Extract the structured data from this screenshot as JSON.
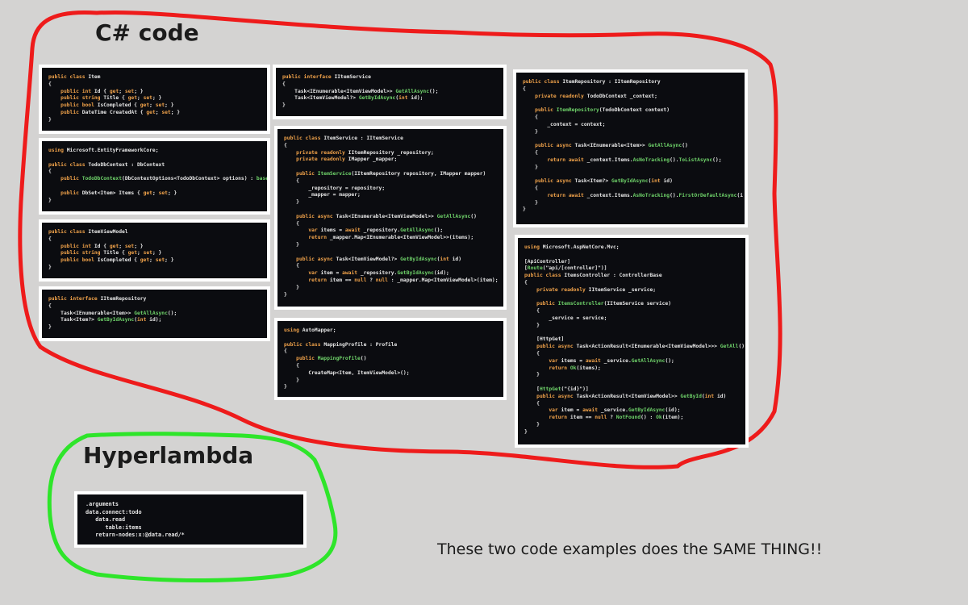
{
  "headings": {
    "csharp": "C# code",
    "hyperlambda": "Hyperlambda",
    "caption": "These two code examples does the SAME THING!!"
  },
  "colors": {
    "background": "#d4d3d2",
    "csharp_outline": "#ee1b1b",
    "hyperlambda_outline": "#2ee52a",
    "code_bg": "#0b0c10",
    "keyword": "#f0a24a",
    "method": "#6fd36a",
    "text": "#e6e6e6"
  },
  "snippets": [
    {
      "id": "item-class",
      "lines": [
        "public class Item",
        "{",
        "    public int Id { get; set; }",
        "    public string Title { get; set; }",
        "    public bool IsCompleted { get; set; }",
        "    public DateTime CreatedAt { get; set; }",
        "}"
      ]
    },
    {
      "id": "todo-db-context",
      "lines": [
        "using Microsoft.EntityFrameworkCore;",
        "",
        "public class TodoDbContext : DbContext",
        "{",
        "    public TodoDbContext(DbContextOptions<TodoDbContext> options) : base(",
        "",
        "    public DbSet<Item> Items { get; set; }",
        "}"
      ]
    },
    {
      "id": "item-view-model",
      "lines": [
        "public class ItemViewModel",
        "{",
        "    public int Id { get; set; }",
        "    public string Title { get; set; }",
        "    public bool IsCompleted { get; set; }",
        "}"
      ]
    },
    {
      "id": "iitem-repository",
      "lines": [
        "public interface IItemRepository",
        "{",
        "    Task<IEnumerable<Item>> GetAllAsync();",
        "    Task<Item?> GetByIdAsync(int id);",
        "}"
      ]
    },
    {
      "id": "iitem-service",
      "lines": [
        "public interface IItemService",
        "{",
        "    Task<IEnumerable<ItemViewModel>> GetAllAsync();",
        "    Task<ItemViewModel?> GetByIdAsync(int id);",
        "}"
      ]
    },
    {
      "id": "item-service",
      "lines": [
        "public class ItemService : IItemService",
        "{",
        "    private readonly IItemRepository _repository;",
        "    private readonly IMapper _mapper;",
        "",
        "    public ItemService(IItemRepository repository, IMapper mapper)",
        "    {",
        "        _repository = repository;",
        "        _mapper = mapper;",
        "    }",
        "",
        "    public async Task<IEnumerable<ItemViewModel>> GetAllAsync()",
        "    {",
        "        var items = await _repository.GetAllAsync();",
        "        return _mapper.Map<IEnumerable<ItemViewModel>>(items);",
        "    }",
        "",
        "    public async Task<ItemViewModel?> GetByIdAsync(int id)",
        "    {",
        "        var item = await _repository.GetByIdAsync(id);",
        "        return item == null ? null : _mapper.Map<ItemViewModel>(item);",
        "    }",
        "}"
      ]
    },
    {
      "id": "mapping-profile",
      "lines": [
        "using AutoMapper;",
        "",
        "public class MappingProfile : Profile",
        "{",
        "    public MappingProfile()",
        "    {",
        "        CreateMap<Item, ItemViewModel>();",
        "    }",
        "}"
      ]
    },
    {
      "id": "item-repository",
      "lines": [
        "public class ItemRepository : IItemRepository",
        "{",
        "    private readonly TodoDbContext _context;",
        "",
        "    public ItemRepository(TodoDbContext context)",
        "    {",
        "        _context = context;",
        "    }",
        "",
        "    public async Task<IEnumerable<Item>> GetAllAsync()",
        "    {",
        "        return await _context.Items.AsNoTracking().ToListAsync();",
        "    }",
        "",
        "    public async Task<Item?> GetByIdAsync(int id)",
        "    {",
        "        return await _context.Items.AsNoTracking().FirstOrDefaultAsync(i",
        "    }",
        "}"
      ]
    },
    {
      "id": "items-controller",
      "lines": [
        "using Microsoft.AspNetCore.Mvc;",
        "",
        "[ApiController]",
        "[Route(\"api/[controller]\")]",
        "public class ItemsController : ControllerBase",
        "{",
        "    private readonly IItemService _service;",
        "",
        "    public ItemsController(IItemService service)",
        "    {",
        "        _service = service;",
        "    }",
        "",
        "    [HttpGet]",
        "    public async Task<ActionResult<IEnumerable<ItemViewModel>>> GetAll()",
        "    {",
        "        var items = await _service.GetAllAsync();",
        "        return Ok(items);",
        "    }",
        "",
        "    [HttpGet(\"{id}\")]",
        "    public async Task<ActionResult<ItemViewModel>> GetById(int id)",
        "    {",
        "        var item = await _service.GetByIdAsync(id);",
        "        return item == null ? NotFound() : Ok(item);",
        "    }",
        "}"
      ]
    },
    {
      "id": "hyperlambda",
      "lines": [
        ".arguments",
        "data.connect:todo",
        "   data.read",
        "      table:items",
        "   return-nodes:x:@data.read/*"
      ]
    }
  ]
}
